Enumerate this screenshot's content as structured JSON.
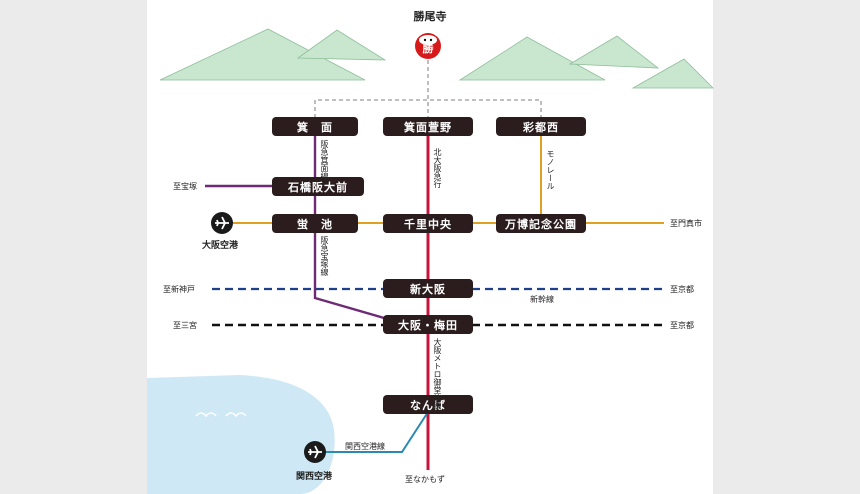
{
  "temple": {
    "name": "勝尾寺",
    "daruma_char": "勝"
  },
  "stations": {
    "mino": "箕　面",
    "minoh_kayano": "箕面萱野",
    "saito_nishi": "彩都西",
    "ishibashi": "石橋阪大前",
    "hotarugaike": "蛍　池",
    "senri_chuo": "千里中央",
    "banpaku": "万博記念公園",
    "shin_osaka": "新大阪",
    "osaka_umeda": "大阪・梅田",
    "namba": "なんば"
  },
  "line_labels": {
    "hankyu_mino": "阪急箕面線",
    "kita_osaka": "北大阪急行",
    "monorail": "モノレール",
    "hankyu_takarazuka": "阪急宝塚線",
    "shinkansen": "新幹線",
    "midosuji": "大阪メトロ御堂筋線",
    "kansai_airport_line": "関西空港線"
  },
  "destinations": {
    "to_takarazuka": "至宝塚",
    "to_kadoma": "至門真市",
    "to_shinkobe_shinkansen": "至新神戸",
    "to_kyoto_shinkansen": "至京都",
    "to_sannomiya": "至三宮",
    "to_kyoto_jr": "至京都",
    "to_nakamozu": "至なかもず"
  },
  "airports": {
    "itami": "大阪空港",
    "kansai": "関西空港"
  },
  "icons": {
    "daruma": "daruma-icon",
    "airplane": "airplane-icon",
    "mountain": "mountain-icon",
    "bird": "bird-icon"
  },
  "colors": {
    "midosuji": "#c8143c",
    "hankyu": "#6e2a74",
    "monorail": "#e0a020",
    "shinkansen": "#1e3f8a",
    "jr": "#111111",
    "kansai_airport_line": "#2a8ab0",
    "station_box": "#2b1d1d",
    "mountain": "#c9e6cf",
    "sea": "#cfe8f6",
    "daruma": "#d61a1a"
  }
}
